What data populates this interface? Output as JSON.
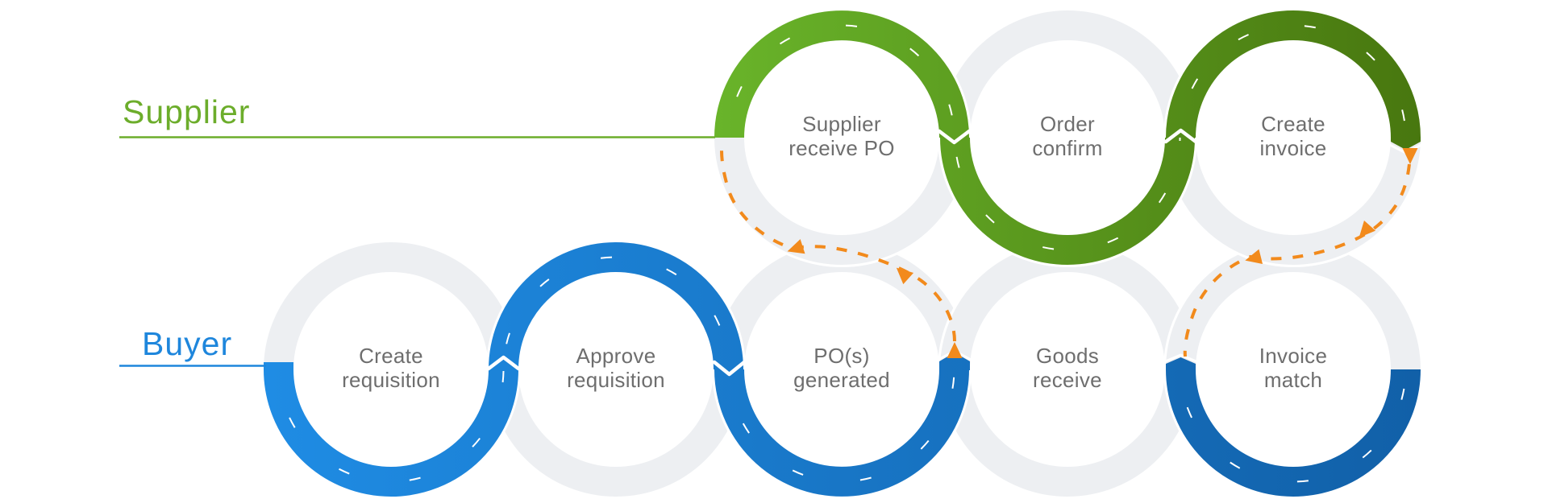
{
  "lanes": {
    "supplier": {
      "label": "Supplier"
    },
    "buyer": {
      "label": "Buyer"
    }
  },
  "steps": {
    "supplier": [
      {
        "id": "supplier-receive-po",
        "line1": "Supplier",
        "line2": "receive PO"
      },
      {
        "id": "order-confirm",
        "line1": "Order",
        "line2": "confirm"
      },
      {
        "id": "create-invoice",
        "line1": "Create",
        "line2": "invoice"
      }
    ],
    "buyer": [
      {
        "id": "create-requisition",
        "line1": "Create",
        "line2": "requisition"
      },
      {
        "id": "approve-requisition",
        "line1": "Approve",
        "line2": "requisition"
      },
      {
        "id": "pos-generated",
        "line1": "PO(s)",
        "line2": "generated"
      },
      {
        "id": "goods-receive",
        "line1": "Goods",
        "line2": "receive"
      },
      {
        "id": "invoice-match",
        "line1": "Invoice",
        "line2": "match"
      }
    ]
  },
  "handoffs": [
    {
      "from": "PO(s) generated",
      "to": "Supplier receive PO",
      "direction": "up"
    },
    {
      "from": "Create invoice",
      "to": "Invoice match",
      "direction": "down"
    }
  ],
  "colors": {
    "blue_light": "#1f8ce4",
    "blue_dark": "#1160a8",
    "green_light": "#69b42a",
    "green_dark": "#48770f",
    "ring_gray": "#edeff2",
    "orange": "#f28a1c",
    "label_gray": "#6e6e6e",
    "supplier_green": "#6cad2b",
    "buyer_blue": "#1e86dc"
  }
}
